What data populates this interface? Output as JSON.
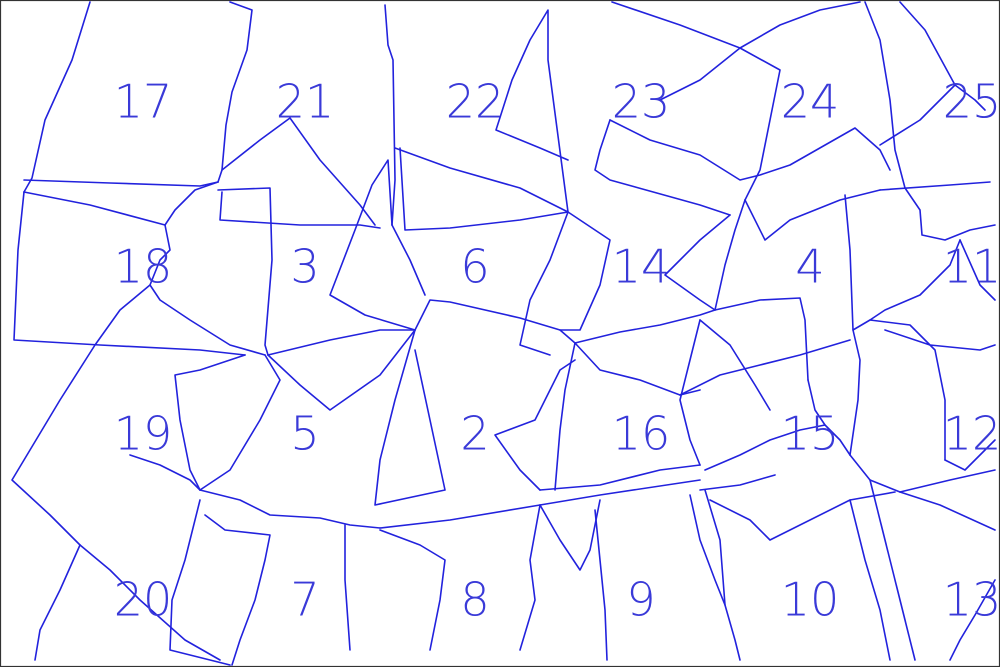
{
  "colors": {
    "line": "#2222dd",
    "label": "#3a3ad8",
    "background": "#ffffff"
  },
  "labels": [
    "17",
    "21",
    "22",
    "23",
    "24",
    "25",
    "18",
    "3",
    "6",
    "14",
    "4",
    "11",
    "19",
    "5",
    "2",
    "16",
    "15",
    "12",
    "20",
    "7",
    "8",
    "9",
    "10",
    "13"
  ]
}
